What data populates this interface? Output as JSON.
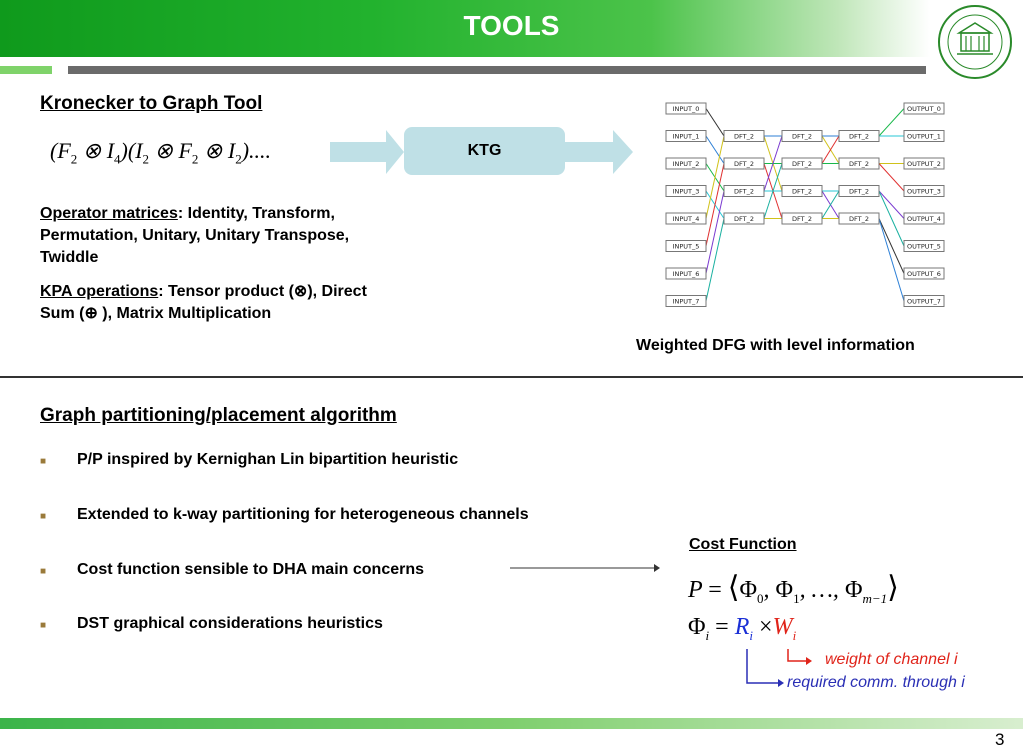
{
  "header": {
    "title": "TOOLS"
  },
  "ktg_section": {
    "heading": "Kronecker to Graph Tool",
    "tool_label": "KTG",
    "operator_label": "Operator matrices",
    "operator_text": ": Identity, Transform, Permutation, Unitary, Unitary Transpose, Twiddle",
    "kpa_label": "KPA operations",
    "kpa_text": ": Tensor product (⊗), Direct Sum (⊕ ), Matrix Multiplication",
    "dfg_caption": "Weighted DFG with level information"
  },
  "dfg": {
    "inputs": [
      "INPUT_0",
      "INPUT_1",
      "INPUT_2",
      "INPUT_3",
      "INPUT_4",
      "INPUT_5",
      "INPUT_6",
      "INPUT_7"
    ],
    "outputs": [
      "OUTPUT_0",
      "OUTPUT_1",
      "OUTPUT_2",
      "OUTPUT_3",
      "OUTPUT_4",
      "OUTPUT_5",
      "OUTPUT_6",
      "OUTPUT_7"
    ],
    "dft_label": "DFT_2"
  },
  "partition_section": {
    "heading": "Graph partitioning/placement algorithm",
    "bullets": [
      "P/P inspired by Kernighan Lin bipartition heuristic",
      "Extended to k-way partitioning for heterogeneous channels",
      "Cost function sensible to DHA main concerns",
      "DST graphical considerations heuristics"
    ],
    "cost_heading": "Cost Function",
    "weight_label": "weight of channel i",
    "comm_label": "required comm. through i",
    "colors": {
      "R": "#1a2fd6",
      "W": "#e0241a",
      "comm_arrow": "#2a2fb5",
      "weight_arrow": "#e0241a"
    }
  },
  "footer": {
    "page_number": "3"
  }
}
